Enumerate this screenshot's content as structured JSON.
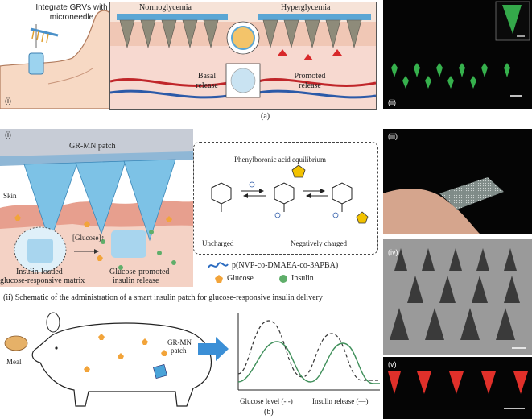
{
  "panel_a": {
    "callout": "Integrate GRVs with microneedle",
    "sub_label": "(i)",
    "normoglycemia": "Normoglycemia",
    "hyperglycemia": "Hyperglycemia",
    "basal_release": "Basal release",
    "promoted_release": "Promoted release",
    "fluorescence_label": "(ii)",
    "caption": "(a)"
  },
  "panel_b": {
    "sub_label_i": "(i)",
    "patch_label": "GR-MN patch",
    "skin_label": "Skin",
    "glucose_arrow": "[Glucose]↑",
    "matrix_label_1": "Insulin-loaded",
    "matrix_label_2": "glucose-responsive matrix",
    "promoted_label_1": "Glucose-promoted",
    "promoted_label_2": "insulin release",
    "equilibrium_title": "Phenylboronic acid equilibrium",
    "uncharged": "Uncharged",
    "negatively_charged": "Negatively charged",
    "legend_polymer": "p(NVP-co-DMAEA-co-3APBA)",
    "legend_glucose": "Glucose",
    "legend_insulin": "Insulin",
    "photo_iii": "(iii)",
    "photo_iv": "(iv)",
    "photo_v": "(v)",
    "schematic_title": "(ii) Schematic of the administration of a smart insulin patch for glucose-responsive insulin delivery",
    "meal_label": "Meal",
    "pig_patch_label_1": "GR-MN",
    "pig_patch_label_2": "patch",
    "axis_glucose": "Glucose level (- -)",
    "axis_insulin": "Insulin release (—)",
    "caption": "(b)"
  },
  "colors": {
    "patch_blue": "#5aa6d4",
    "skin_pink": "#f0b8a8",
    "glucose_orange": "#f2a43a",
    "insulin_green": "#5fae6a",
    "fluorescence_green": "#3fcf5a",
    "fluorescence_red": "#e0302a",
    "curve_green": "#3f8f5a"
  }
}
